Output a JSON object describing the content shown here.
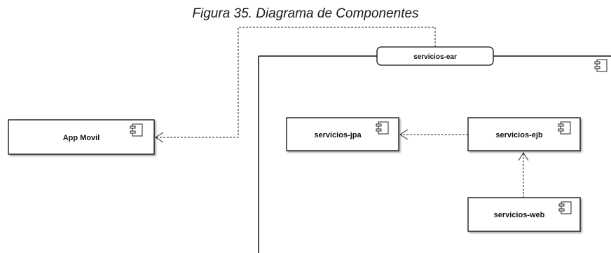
{
  "figure": {
    "caption": "Figura 35. Diagrama de Componentes"
  },
  "diagram": {
    "container": {
      "label": "servicios-ear",
      "icon": "component-icon"
    },
    "components": [
      {
        "id": "app-movil",
        "label": "App Movil",
        "icon": "component-icon"
      },
      {
        "id": "servicios-jpa",
        "label": "servicios-jpa",
        "icon": "component-icon"
      },
      {
        "id": "servicios-ejb",
        "label": "servicios-ejb",
        "icon": "component-icon"
      },
      {
        "id": "servicios-web",
        "label": "servicios-web",
        "icon": "component-icon"
      }
    ],
    "dependencies": [
      {
        "from": "servicios-ear",
        "to": "app-movil",
        "style": "dashed"
      },
      {
        "from": "servicios-ejb",
        "to": "servicios-jpa",
        "style": "dashed"
      },
      {
        "from": "servicios-web",
        "to": "servicios-ejb",
        "style": "dashed"
      }
    ]
  }
}
